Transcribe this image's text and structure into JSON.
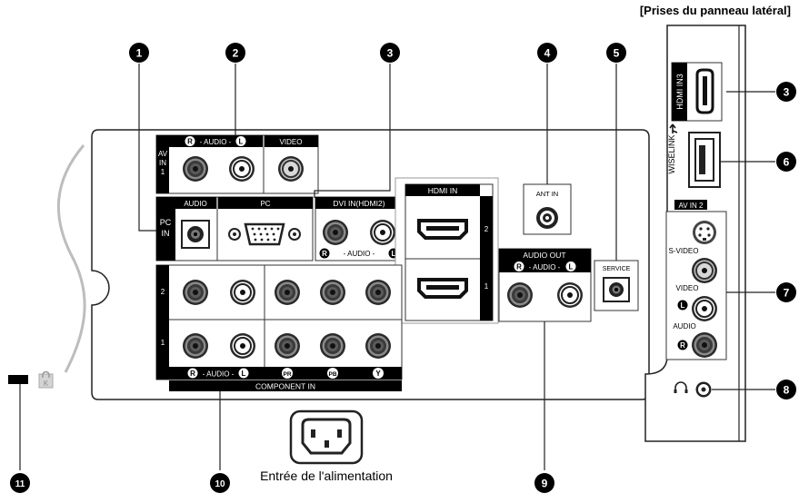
{
  "panel_title": "[Prises du panneau latéral]",
  "callouts": [
    "1",
    "2",
    "3",
    "4",
    "5",
    "6",
    "7",
    "8",
    "9",
    "10",
    "11"
  ],
  "rear": {
    "av_in_1": [
      "AV",
      "IN",
      "1"
    ],
    "audio_r": "R",
    "audio_l": "L",
    "audio_word": "- AUDIO -",
    "video": "VIDEO",
    "pc_in": [
      "PC",
      "IN"
    ],
    "audio": "AUDIO",
    "pc": "PC",
    "dvi_in": "DVI IN(HDMI2)",
    "hdmi_in": "HDMI IN",
    "hdmi_ports": [
      "2",
      "1"
    ],
    "ant_in": "ANT IN",
    "service": "SERVICE",
    "audio_out": "AUDIO OUT",
    "component_rows": [
      "2",
      "1"
    ],
    "component_in": "COMPONENT IN",
    "pr": "PR",
    "pb": "PB",
    "y": "Y"
  },
  "power_label": "Entrée de l'alimentation",
  "side": {
    "hdmi_in3": "HDMI IN3",
    "wiselink": "WISELINK",
    "av_in_2": "AV IN 2",
    "s_video": "S-VIDEO",
    "video": "VIDEO",
    "audio": "AUDIO",
    "l": "L",
    "r": "R"
  },
  "icons": [
    "rca-jack-icon",
    "hdmi-port-icon",
    "vga-port-icon",
    "coax-icon",
    "usb-icon",
    "headphone-icon",
    "power-socket-icon",
    "lock-icon"
  ]
}
